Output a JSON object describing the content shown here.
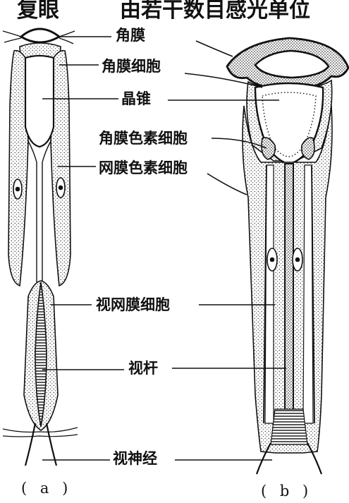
{
  "title_left": "复眼",
  "title_right": "由若干数目感光单位",
  "labels": {
    "cornea": "角膜",
    "corneal_cell": "角膜细胞",
    "crystal_cone": "晶锥",
    "corneal_pigment_cell": "角膜色素细胞",
    "retinal_pigment_cell": "网膜色素细胞",
    "retinula_cell": "视网膜细胞",
    "rhabdom": "视杆",
    "optic_nerve": "视神经"
  },
  "sublabels": {
    "a": "( a )",
    "b": "( b )"
  }
}
